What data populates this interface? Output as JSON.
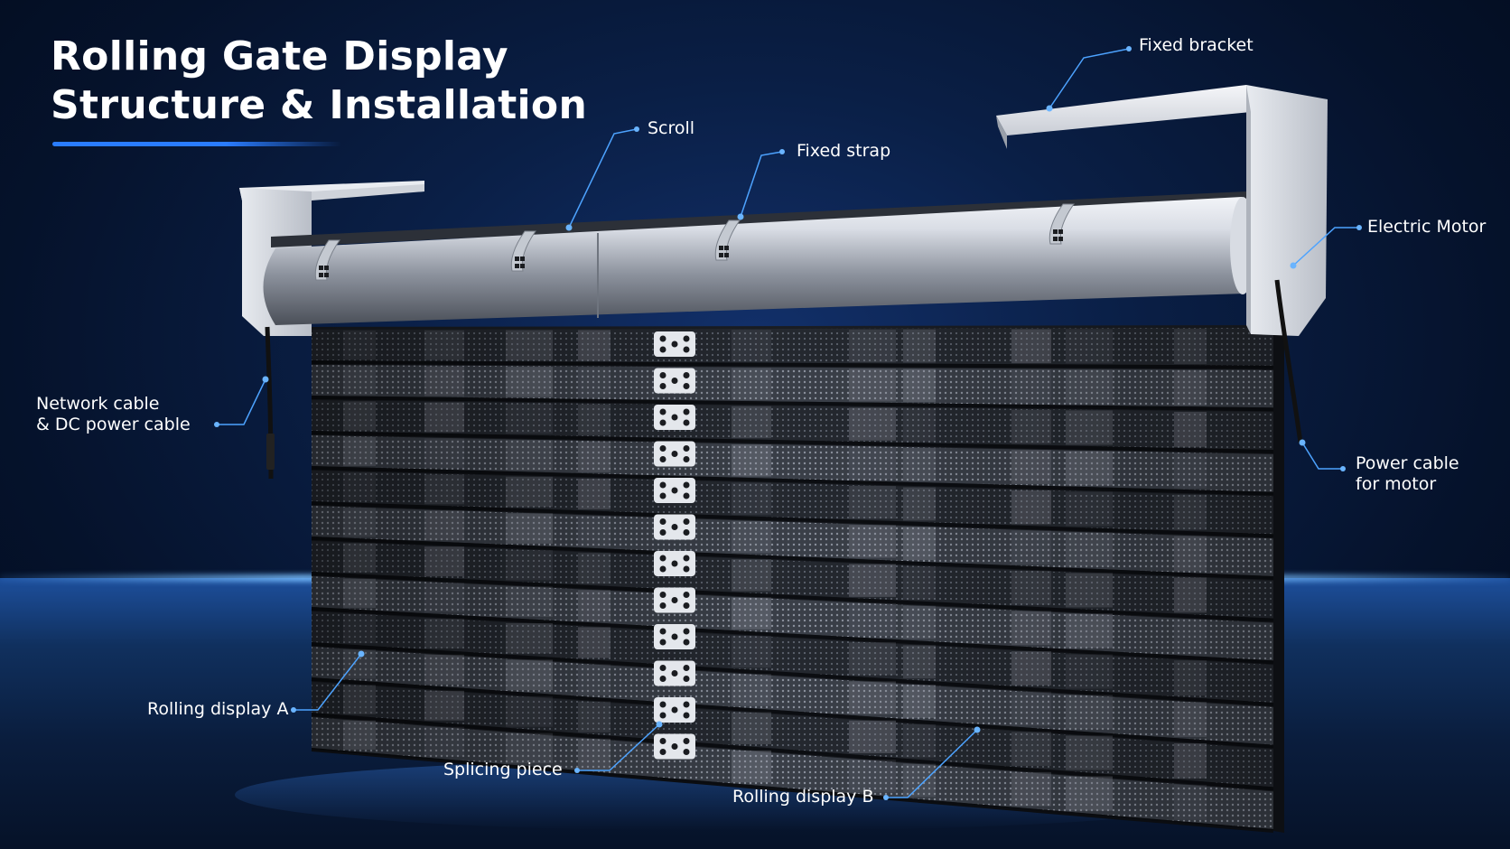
{
  "title": {
    "line1": "Rolling Gate Display",
    "line2": "Structure & Installation"
  },
  "labels": {
    "fixed_bracket": "Fixed bracket",
    "scroll": "Scroll",
    "fixed_strap": "Fixed strap",
    "electric_motor": "Electric Motor",
    "network_cable_line1": "Network cable",
    "network_cable_line2": "& DC power cable",
    "power_cable_line1": "Power cable",
    "power_cable_line2": "for motor",
    "rolling_display_a": "Rolling display A",
    "splicing_piece": "Splicing piece",
    "rolling_display_b": "Rolling display B"
  },
  "colors": {
    "accent": "#2a7cff",
    "background": "#0a1f46",
    "leader_line": "#4da3ff"
  }
}
